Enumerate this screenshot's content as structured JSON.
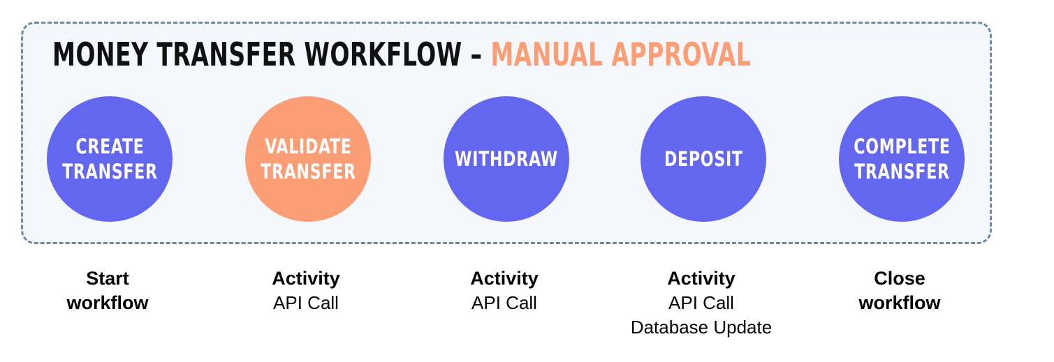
{
  "diagram": {
    "title": {
      "main": "MONEY TRANSFER WORKFLOW",
      "separator": " – ",
      "accent": "MANUAL APPROVAL"
    },
    "colors": {
      "panel_background": "#f4f8fc",
      "panel_border": "#6b8aa6",
      "node_default": "#6366ef",
      "node_highlight": "#fb9d75",
      "title_text": "#111111",
      "title_accent": "#fb9d75",
      "node_text": "#ffffff",
      "caption_text": "#000000",
      "page_background": "#ffffff"
    },
    "nodes": [
      {
        "id": "create-transfer",
        "label": "CREATE\nTRANSFER",
        "color": "#6366ef"
      },
      {
        "id": "validate-transfer",
        "label": "VALIDATE\nTRANSFER",
        "color": "#fb9d75"
      },
      {
        "id": "withdraw",
        "label": "WITHDRAW",
        "color": "#6366ef"
      },
      {
        "id": "deposit",
        "label": "DEPOSIT",
        "color": "#6366ef"
      },
      {
        "id": "complete-transfer",
        "label": "COMPLETE\nTRANSFER",
        "color": "#6366ef"
      }
    ],
    "captions": [
      {
        "id": "caption-create-transfer",
        "line1": "Start",
        "line2": "workflow",
        "line3": "",
        "line2_bold": true
      },
      {
        "id": "caption-validate-transfer",
        "line1": "Activity",
        "line2": "API Call",
        "line3": "",
        "line2_bold": false
      },
      {
        "id": "caption-withdraw",
        "line1": "Activity",
        "line2": "API Call",
        "line3": "",
        "line2_bold": false
      },
      {
        "id": "caption-deposit",
        "line1": "Activity",
        "line2": "API Call",
        "line3": "Database Update",
        "line2_bold": false
      },
      {
        "id": "caption-complete-transfer",
        "line1": "Close",
        "line2": "workflow",
        "line3": "",
        "line2_bold": true
      }
    ]
  }
}
